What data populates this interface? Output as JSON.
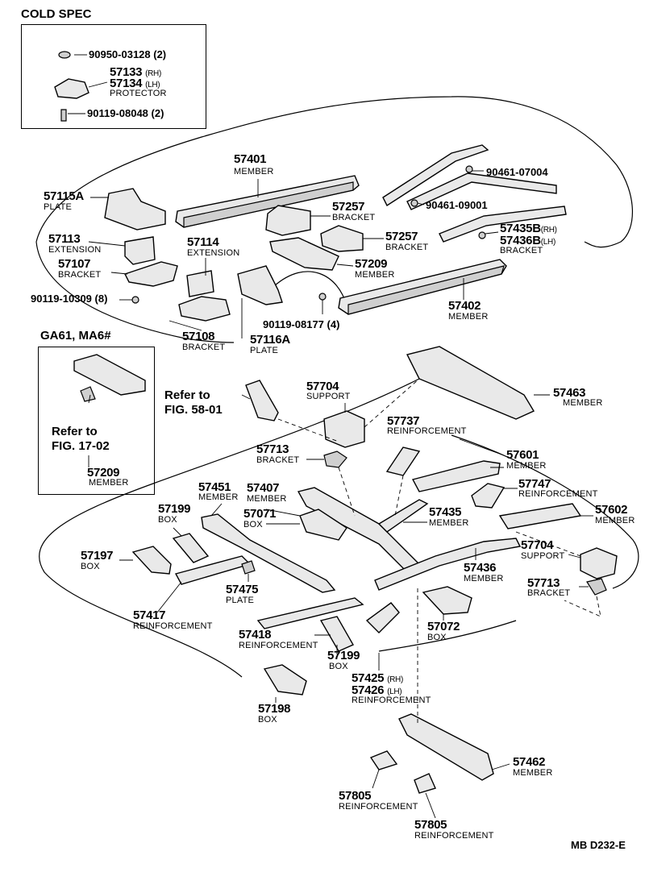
{
  "cold_spec": {
    "title": "COLD SPEC",
    "items": [
      {
        "num": "90950-03128 (2)"
      },
      {
        "num": "57133",
        "suffix": "(RH)"
      },
      {
        "num": "57134",
        "suffix": "(LH)",
        "name": "PROTECTOR"
      },
      {
        "num": "90119-08048 (2)"
      }
    ]
  },
  "ga61_box": {
    "title": "GA61, MA6#",
    "ref_line1": "Refer to",
    "ref_line2": "FIG. 17-02",
    "part_num": "57209",
    "part_name": "MEMBER"
  },
  "refs": {
    "fig58_line1": "Refer to",
    "fig58_line2": "FIG. 58-01"
  },
  "parts": {
    "p57401": {
      "num": "57401",
      "name": "MEMBER"
    },
    "p90461_07004": {
      "num": "90461-07004"
    },
    "p90461_09001": {
      "num": "90461-09001"
    },
    "p57115a": {
      "num": "57115A",
      "name": "PLATE"
    },
    "p57257a": {
      "num": "57257",
      "name": "BRACKET"
    },
    "p57257b": {
      "num": "57257",
      "name": "BRACKET"
    },
    "p57435b": {
      "num": "57435B",
      "suffix": "(RH)"
    },
    "p57436b": {
      "num": "57436B",
      "suffix": "(LH)",
      "name": "BRACKET"
    },
    "p57113": {
      "num": "57113",
      "name": "EXTENSION"
    },
    "p57114": {
      "num": "57114",
      "name": "EXTENSION"
    },
    "p57107": {
      "num": "57107",
      "name": "BRACKET"
    },
    "p57209": {
      "num": "57209",
      "name": "MEMBER"
    },
    "p90119_10309": {
      "num": "90119-10309 (8)"
    },
    "p90119_08177": {
      "num": "90119-08177 (4)"
    },
    "p57402": {
      "num": "57402",
      "name": "MEMBER"
    },
    "p57108": {
      "num": "57108",
      "name": "BRACKET"
    },
    "p57116a": {
      "num": "57116A",
      "name": "PLATE"
    },
    "p57704a": {
      "num": "57704",
      "name": "SUPPORT"
    },
    "p57463": {
      "num": "57463",
      "name": "MEMBER"
    },
    "p57737": {
      "num": "57737",
      "name": "REINFORCEMENT"
    },
    "p57713a": {
      "num": "57713",
      "name": "BRACKET"
    },
    "p57601": {
      "num": "57601",
      "name": "MEMBER"
    },
    "p57451": {
      "num": "57451",
      "name": "MEMBER"
    },
    "p57407": {
      "num": "57407",
      "name": "MEMBER"
    },
    "p57747": {
      "num": "57747",
      "name": "REINFORCEMENT"
    },
    "p57199a": {
      "num": "57199",
      "name": "BOX"
    },
    "p57071": {
      "num": "57071",
      "name": "BOX"
    },
    "p57435": {
      "num": "57435",
      "name": "MEMBER"
    },
    "p57602": {
      "num": "57602",
      "name": "MEMBER"
    },
    "p57704b": {
      "num": "57704",
      "name": "SUPPORT"
    },
    "p57197": {
      "num": "57197",
      "name": "BOX"
    },
    "p57436": {
      "num": "57436",
      "name": "MEMBER"
    },
    "p57713b": {
      "num": "57713",
      "name": "BRACKET"
    },
    "p57475": {
      "num": "57475",
      "name": "PLATE"
    },
    "p57417": {
      "num": "57417",
      "name": "REINFORCEMENT"
    },
    "p57072": {
      "num": "57072",
      "name": "BOX"
    },
    "p57418": {
      "num": "57418",
      "name": "REINFORCEMENT"
    },
    "p57199b": {
      "num": "57199",
      "name": "BOX"
    },
    "p57425": {
      "num": "57425",
      "suffix": "(RH)"
    },
    "p57426": {
      "num": "57426",
      "suffix": "(LH)",
      "name": "REINFORCEMENT"
    },
    "p57198": {
      "num": "57198",
      "name": "BOX"
    },
    "p57462": {
      "num": "57462",
      "name": "MEMBER"
    },
    "p57805a": {
      "num": "57805",
      "name": "REINFORCEMENT"
    },
    "p57805b": {
      "num": "57805",
      "name": "REINFORCEMENT"
    }
  },
  "footer": {
    "code": "MB  D232-E"
  }
}
